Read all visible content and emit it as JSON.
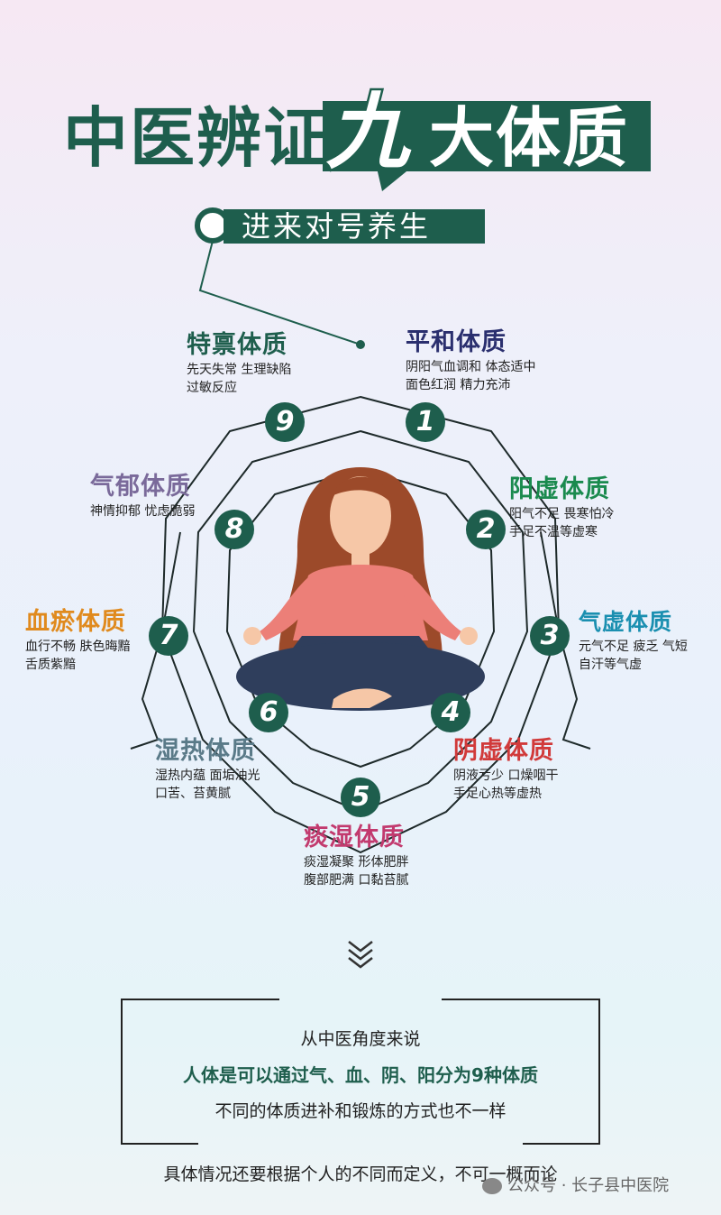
{
  "title": {
    "left": "中医辨证",
    "nine": "九",
    "right": "大体质"
  },
  "subtitle": "进来对号养生",
  "constitutions": [
    {
      "num": "1",
      "name": "平和体质",
      "color": "#2a2f6e",
      "desc1": "阴阳气血调和  体态适中",
      "desc2": "面色红润  精力充沛"
    },
    {
      "num": "2",
      "name": "阳虚体质",
      "color": "#1a8a4e",
      "desc1": "阳气不足  畏寒怕冷",
      "desc2": "手足不温等虚寒"
    },
    {
      "num": "3",
      "name": "气虚体质",
      "color": "#1a8fb0",
      "desc1": "元气不足  疲乏  气短",
      "desc2": "自汗等气虚"
    },
    {
      "num": "4",
      "name": "阴虚体质",
      "color": "#d13a3a",
      "desc1": "阴液亏少  口燥咽干",
      "desc2": "手足心热等虚热"
    },
    {
      "num": "5",
      "name": "痰湿体质",
      "color": "#c23a6e",
      "desc1": "痰湿凝聚  形体肥胖",
      "desc2": "腹部肥满  口黏苔腻"
    },
    {
      "num": "6",
      "name": "湿热体质",
      "color": "#5a7a88",
      "desc1": "湿热内蕴   面垢油光",
      "desc2": "口苦、苔黄腻"
    },
    {
      "num": "7",
      "name": "血瘀体质",
      "color": "#e08a1e",
      "desc1": "血行不畅  肤色晦黯",
      "desc2": "舌质紫黯"
    },
    {
      "num": "8",
      "name": "气郁体质",
      "color": "#7a6a9a",
      "desc1": "神情抑郁  忧虑脆弱",
      "desc2": ""
    },
    {
      "num": "9",
      "name": "特禀体质",
      "color": "#1e5e4d",
      "desc1": "先天失常  生理缺陷",
      "desc2": "过敏反应"
    }
  ],
  "info": {
    "line1": "从中医角度来说",
    "line2": "人体是可以通过气、血、阴、阳分为9种体质",
    "line3": "不同的体质进补和锻炼的方式也不一样"
  },
  "footer": "具体情况还要根据个人的不同而定义，不可一概而论",
  "watermark": "公众号 · 长子县中医院",
  "colors": {
    "primary": "#1e5e4d"
  }
}
